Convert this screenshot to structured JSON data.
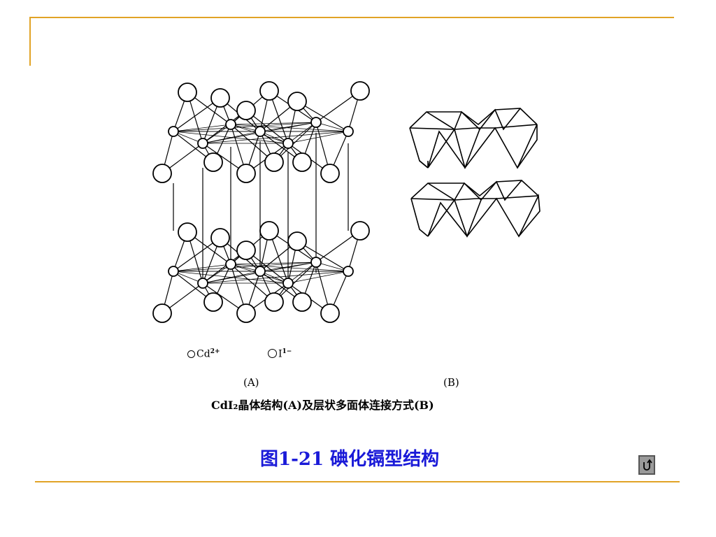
{
  "legend": {
    "cd_symbol": "Cd",
    "cd_charge": "2+",
    "i_symbol": "I",
    "i_charge": "1−"
  },
  "labels": {
    "a": "(A)",
    "b": "(B)"
  },
  "caption": {
    "inner": "CdI₂晶体结构(A)及层状多面体连接方式(B)",
    "main": "图1-21  碘化镉型结构"
  },
  "icons": {
    "return": "return-arrow-icon"
  },
  "colors": {
    "accent_line": "#e1a326",
    "caption_blue": "#1a1ad8"
  }
}
